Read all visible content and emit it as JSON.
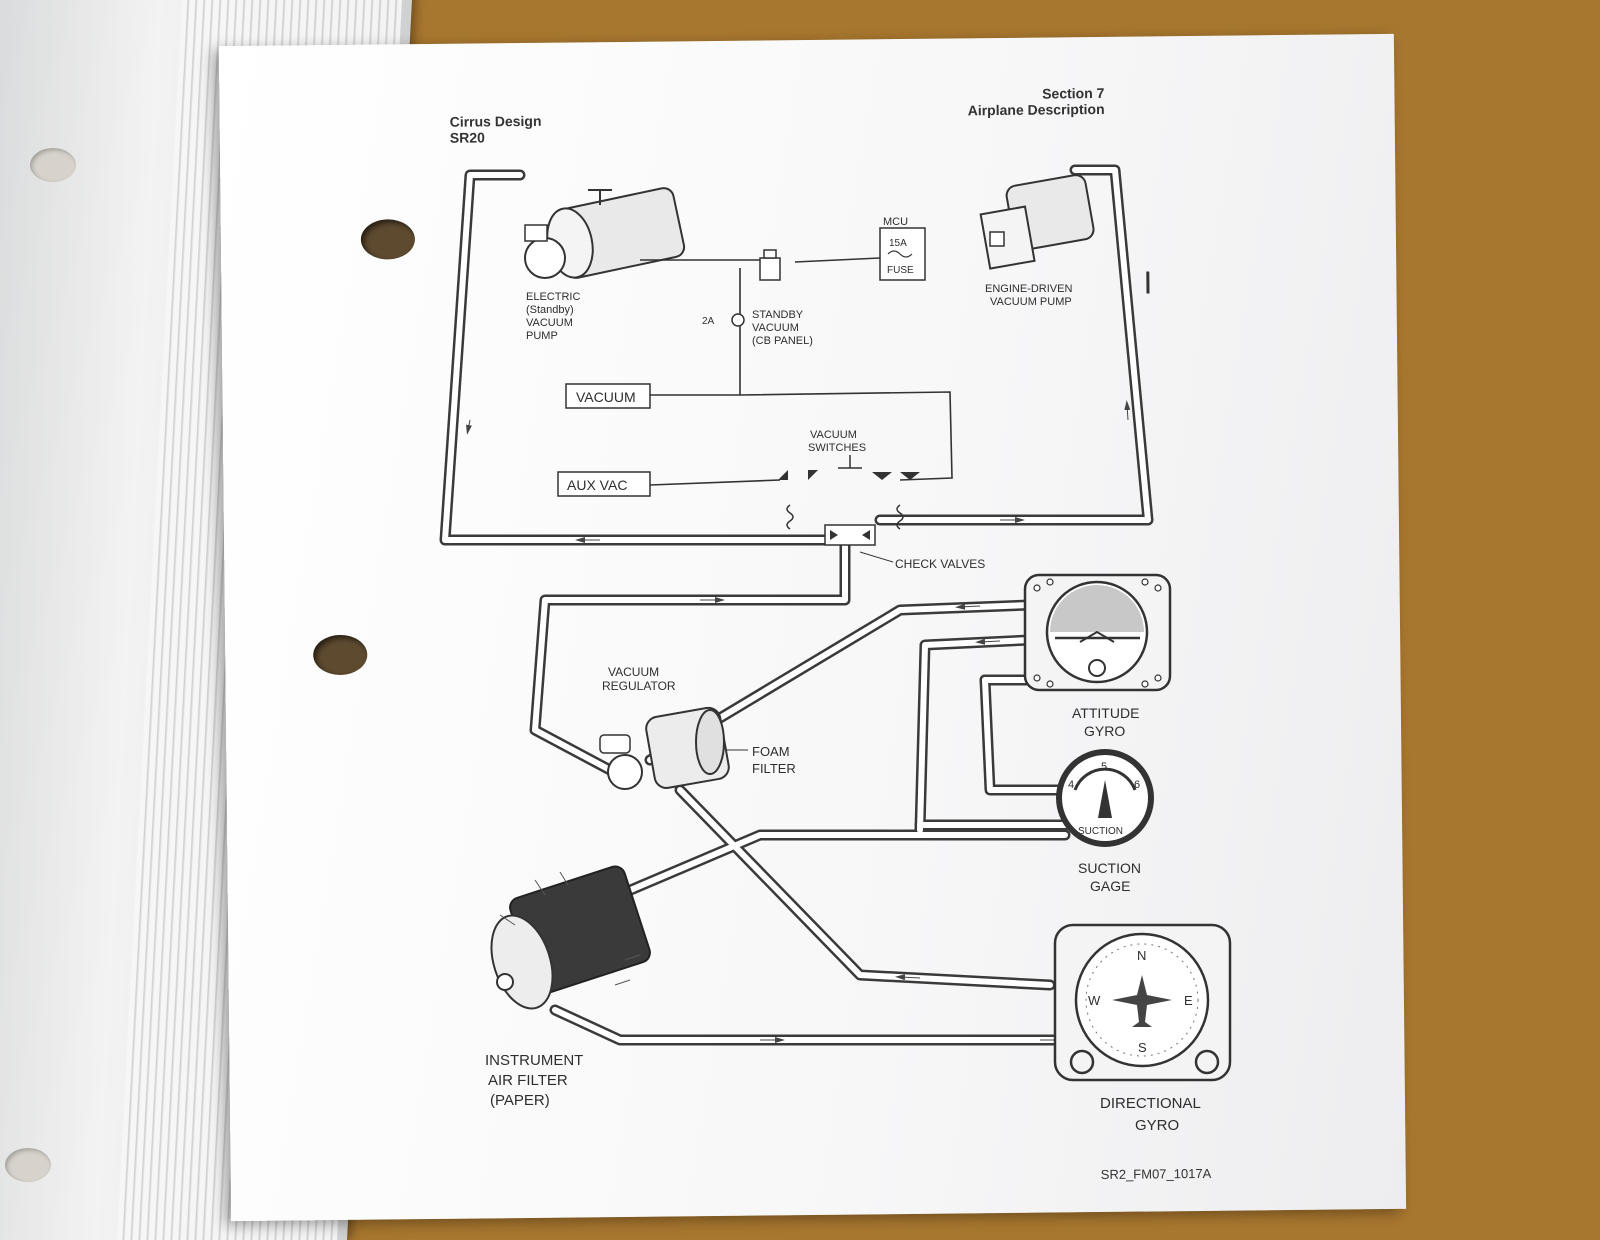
{
  "header": {
    "left_line1": "Cirrus Design",
    "left_line2": "SR20",
    "right_line1": "Section 7",
    "right_line2": "Airplane Description"
  },
  "footer": {
    "code": "SR2_FM07_1017A"
  },
  "labels": {
    "electric_pump": [
      "ELECTRIC",
      "(Standby)",
      "VACUUM",
      "PUMP"
    ],
    "engine_pump": [
      "ENGINE-DRIVEN",
      "VACUUM PUMP"
    ],
    "mcu": "MCU",
    "fuse_amp": "15A",
    "fuse": "FUSE",
    "cb_amp": "2A",
    "standby_vacuum": [
      "STANDBY",
      "VACUUM",
      "(CB PANEL)"
    ],
    "vacuum_box": "VACUUM",
    "aux_vac_box": "AUX VAC",
    "vacuum_switches": [
      "VACUUM",
      "SWITCHES"
    ],
    "check_valves": "CHECK VALVES",
    "vacuum_regulator": [
      "VACUUM",
      "REGULATOR"
    ],
    "foam_filter": [
      "FOAM",
      "FILTER"
    ],
    "attitude_gyro": [
      "ATTITUDE",
      "GYRO"
    ],
    "suction_gage": [
      "SUCTION",
      "GAGE"
    ],
    "suction_dial": "SUCTION",
    "suction_ticks": [
      "4",
      "5",
      "6"
    ],
    "instrument_air_filter": [
      "INSTRUMENT",
      "AIR FILTER",
      "(PAPER)"
    ],
    "directional_gyro": [
      "DIRECTIONAL",
      "GYRO"
    ],
    "compass": [
      "N",
      "E",
      "S",
      "W"
    ]
  }
}
